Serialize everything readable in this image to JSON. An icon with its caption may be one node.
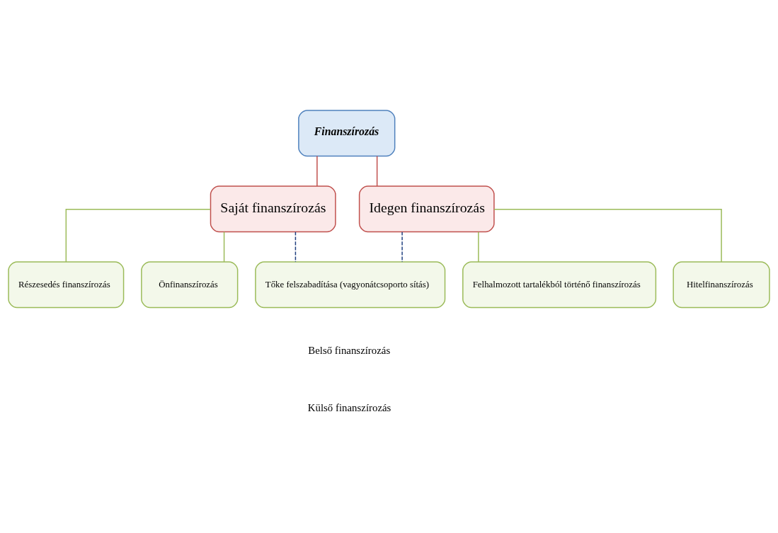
{
  "diagram": {
    "nodes": [
      {
        "text": [
          "Finanszírozás"
        ]
      },
      {
        "text": [
          "Saját finanszírozás"
        ]
      },
      {
        "text": [
          "Idegen finanszírozás"
        ]
      },
      {
        "text": [
          "Részesedés finanszírozás"
        ]
      },
      {
        "text": [
          "Önfinanszírozás"
        ]
      },
      {
        "text": [
          "Tőke felszabadítása (vagyonátcsoporto sítás)"
        ]
      },
      {
        "text": [
          "Felhalmozott tartalékból történő finanszírozás"
        ]
      },
      {
        "text": [
          "Hitelfinanszírozás"
        ]
      }
    ],
    "edges": [
      {
        "from": 0,
        "to": 1,
        "arrow": "none",
        "color": "#c0504d"
      },
      {
        "from": 0,
        "to": 2,
        "arrow": "none",
        "color": "#c0504d"
      },
      {
        "from": 1,
        "to": 3,
        "arrow": "none"
      },
      {
        "from": 1,
        "to": 4,
        "arrow": "none"
      },
      {
        "from": 1,
        "to": 5,
        "arrow": "none",
        "style": "dashed",
        "color": "#1f3f7f"
      },
      {
        "from": 2,
        "to": 5,
        "arrow": "none",
        "style": "dashed",
        "color": "#1f3f7f"
      },
      {
        "from": 2,
        "to": 6,
        "arrow": "none"
      },
      {
        "from": 2,
        "to": 7,
        "arrow": "none"
      }
    ],
    "labels": [
      "Belső finanszírozás",
      "Külső finanszírozás"
    ]
  }
}
